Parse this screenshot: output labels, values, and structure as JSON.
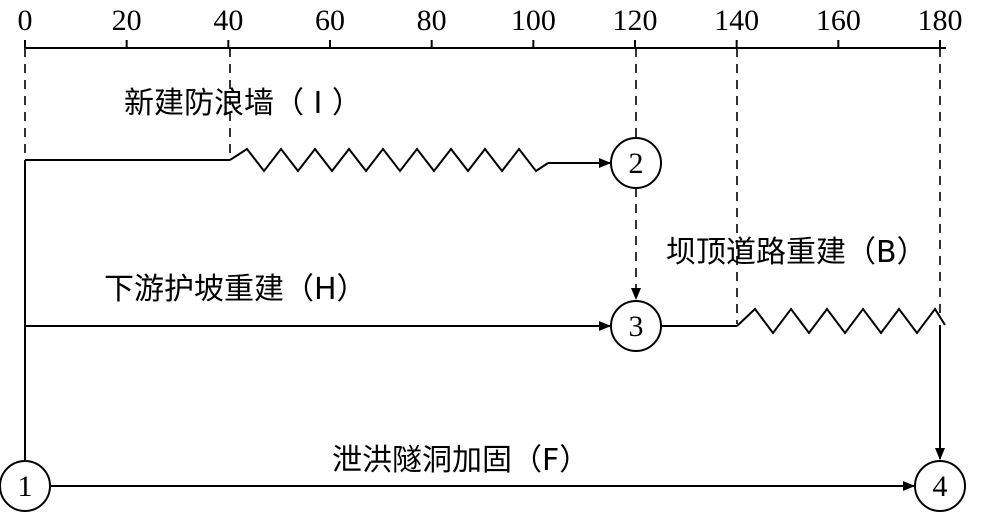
{
  "timescale": {
    "ticks": [
      "0",
      "20",
      "40",
      "60",
      "80",
      "100",
      "120",
      "140",
      "160",
      "180"
    ]
  },
  "nodes": [
    {
      "id": "1",
      "label": "1"
    },
    {
      "id": "2",
      "label": "2"
    },
    {
      "id": "3",
      "label": "3"
    },
    {
      "id": "4",
      "label": "4"
    }
  ],
  "activities": {
    "I": {
      "label": "新建防浪墙（ I ）",
      "start": 0,
      "work_start": 40,
      "finish": 120,
      "from": "1",
      "to": "2"
    },
    "H": {
      "label": "下游护坡重建（H）",
      "start": 0,
      "finish": 120,
      "from": "1",
      "to": "3"
    },
    "B": {
      "label": "坝顶道路重建（B）",
      "start": 120,
      "work_start": 140,
      "finish": 180,
      "from": "3",
      "to": "4"
    },
    "F": {
      "label": "泄洪隧洞加固（F）",
      "start": 0,
      "finish": 180,
      "from": "1",
      "to": "4"
    }
  },
  "dummy_arrows": [
    {
      "from": "2",
      "to": "3"
    },
    {
      "from": "B_end",
      "to": "4"
    }
  ]
}
